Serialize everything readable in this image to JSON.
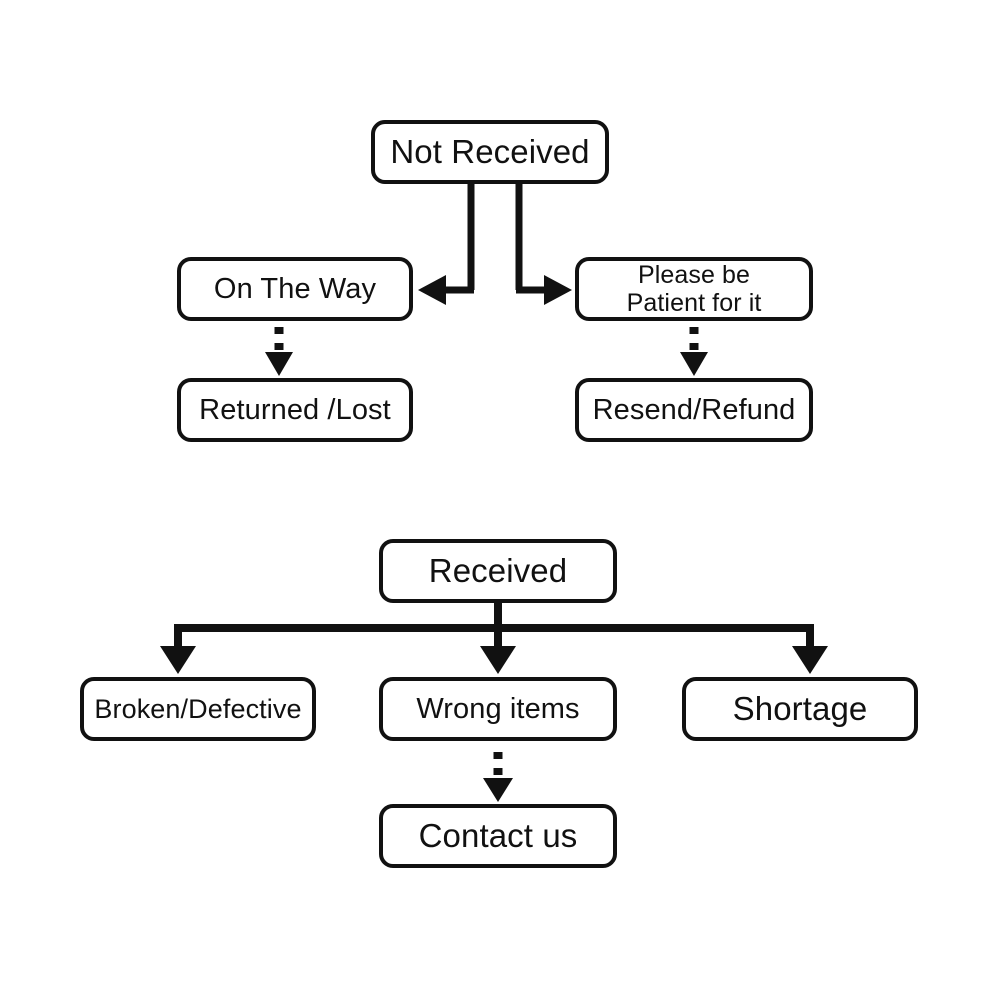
{
  "diagram": {
    "title_text_present": false,
    "background_color": "#ffffff",
    "stroke_color": "#111111",
    "fill_color": "#ffffff",
    "groups": [
      {
        "id": "not-received-group",
        "root": "Not Received",
        "children": [
          "On The Way",
          "Please be\nPatient for it"
        ],
        "leaves": [
          "Returned /Lost",
          "Resend/Refund"
        ]
      },
      {
        "id": "received-group",
        "root": "Received",
        "children": [
          "Broken/Defective",
          "Wrong items",
          "Shortage"
        ],
        "leaves": [
          "Contact us"
        ]
      }
    ],
    "nodes": {
      "not_received": "Not Received",
      "on_the_way": "On The Way",
      "please_patient": "Please be\nPatient for it",
      "returned_lost": "Returned /Lost",
      "resend_refund": "Resend/Refund",
      "received": "Received",
      "broken_defective": "Broken/Defective",
      "wrong_items": "Wrong items",
      "shortage": "Shortage",
      "contact_us": "Contact us"
    },
    "connectors": [
      {
        "name": "not-received-to-on-the-way",
        "from": "Not Received",
        "to": "On The Way",
        "style": "solid",
        "arrow": "left"
      },
      {
        "name": "not-received-to-please-patient",
        "from": "Not Received",
        "to": "Please be Patient for it",
        "style": "solid",
        "arrow": "right"
      },
      {
        "name": "on-the-way-to-returned-lost",
        "from": "On The Way",
        "to": "Returned /Lost",
        "style": "dashed",
        "arrow": "down"
      },
      {
        "name": "please-patient-to-resend-refund",
        "from": "Please be Patient for it",
        "to": "Resend/Refund",
        "style": "dashed",
        "arrow": "down"
      },
      {
        "name": "received-to-broken-defective",
        "from": "Received",
        "to": "Broken/Defective",
        "style": "solid",
        "arrow": "down"
      },
      {
        "name": "received-to-wrong-items",
        "from": "Received",
        "to": "Wrong items",
        "style": "solid",
        "arrow": "down"
      },
      {
        "name": "received-to-shortage",
        "from": "Received",
        "to": "Shortage",
        "style": "solid",
        "arrow": "down"
      },
      {
        "name": "wrong-items-to-contact-us",
        "from": "Wrong items",
        "to": "Contact us",
        "style": "dashed",
        "arrow": "down"
      }
    ]
  }
}
